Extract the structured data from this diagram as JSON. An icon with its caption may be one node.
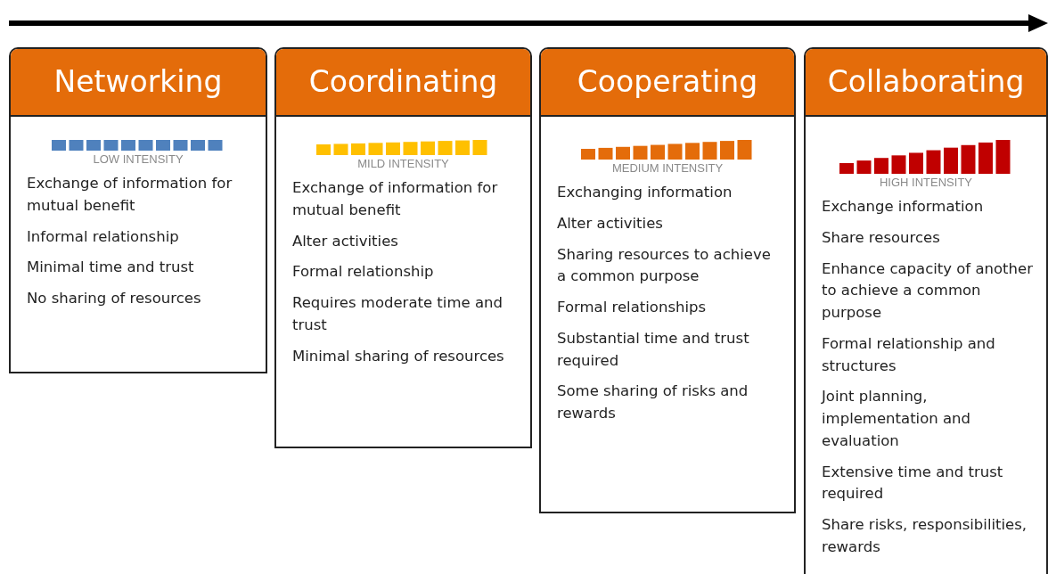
{
  "diagram": {
    "nodes": [
      {
        "text": [
          "Networking",
          "LOW INTENSITY",
          "Exchange of information for mutual benefit",
          "Informal relationship",
          "Minimal time and trust",
          "No sharing of resources"
        ]
      },
      {
        "text": [
          "Coordinating",
          "MILD INTENSITY",
          "Exchange of information for mutual benefit",
          "Alter activities",
          "Formal relationship",
          "Requires moderate time and trust",
          "Minimal sharing of resources"
        ]
      },
      {
        "text": [
          "Cooperating",
          "MEDIUM INTENSITY",
          "Exchanging information",
          "Alter activities",
          "Sharing resources to achieve a common purpose",
          "Formal relationships",
          "Substantial time and trust required",
          "Some sharing of risks and rewards"
        ]
      },
      {
        "text": [
          "Collaborating",
          "HIGH INTENSITY",
          "Exchange information",
          "Share resources",
          "Enhance capacity of another to achieve a common purpose",
          "Formal relationship and structures",
          "Joint planning, implementation and evaluation",
          "Extensive time and trust required",
          "Share risks, responsibilities, rewards"
        ]
      }
    ],
    "edges": []
  }
}
